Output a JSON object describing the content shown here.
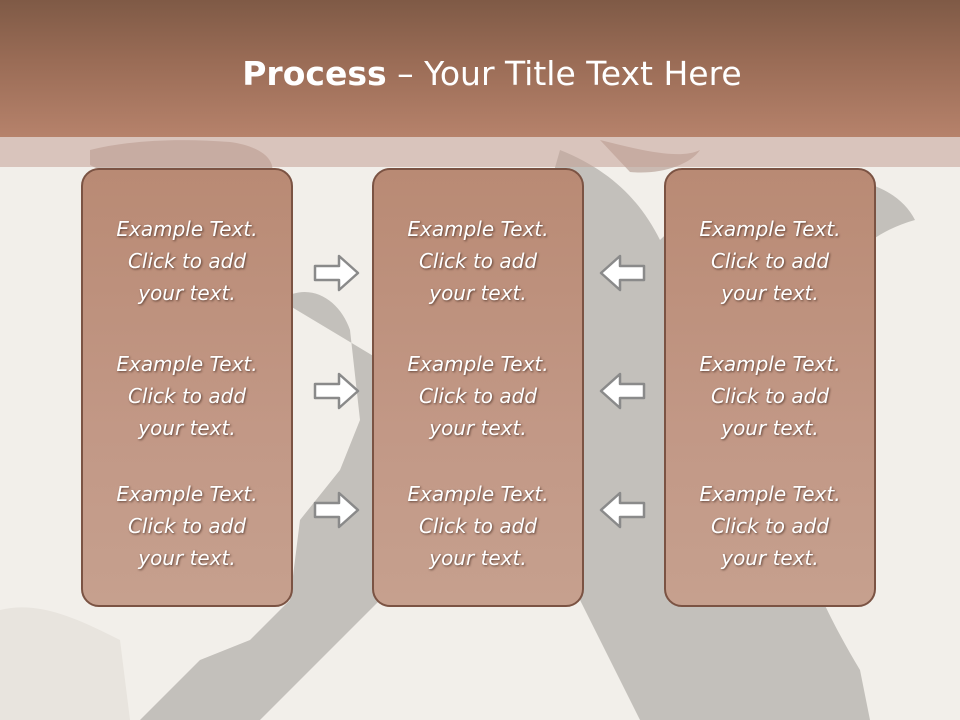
{
  "slide": {
    "title_bold": "Process",
    "title_rest": " – Your Title Text Here"
  },
  "columns": [
    {
      "items": [
        {
          "line1": "Example Text.",
          "line2": "Click  to add",
          "line3": "your text."
        },
        {
          "line1": "Example Text.",
          "line2": "Click  to add",
          "line3": "your text."
        },
        {
          "line1": "Example Text.",
          "line2": "Click  to add",
          "line3": "your text."
        }
      ]
    },
    {
      "items": [
        {
          "line1": "Example Text.",
          "line2": "Click  to add",
          "line3": "your text."
        },
        {
          "line1": "Example Text.",
          "line2": "Click  to add",
          "line3": "your text."
        },
        {
          "line1": "Example Text.",
          "line2": "Click  to add",
          "line3": "your text."
        }
      ]
    },
    {
      "items": [
        {
          "line1": "Example Text.",
          "line2": "Click  to add",
          "line3": "your text."
        },
        {
          "line1": "Example Text.",
          "line2": "Click  to add",
          "line3": "your text."
        },
        {
          "line1": "Example Text.",
          "line2": "Click  to add",
          "line3": "your text."
        }
      ]
    }
  ],
  "icons": {
    "left_arrows": "right-arrow-icon",
    "right_arrows": "left-arrow-icon"
  },
  "colors": {
    "header_top": "#7f5a46",
    "header_bottom": "#b6826b",
    "box_fill": "#c29886",
    "box_border": "#7b5343",
    "text": "#ffffff",
    "arrow_fill": "#ffffff",
    "arrow_stroke": "#8a8a8a"
  }
}
